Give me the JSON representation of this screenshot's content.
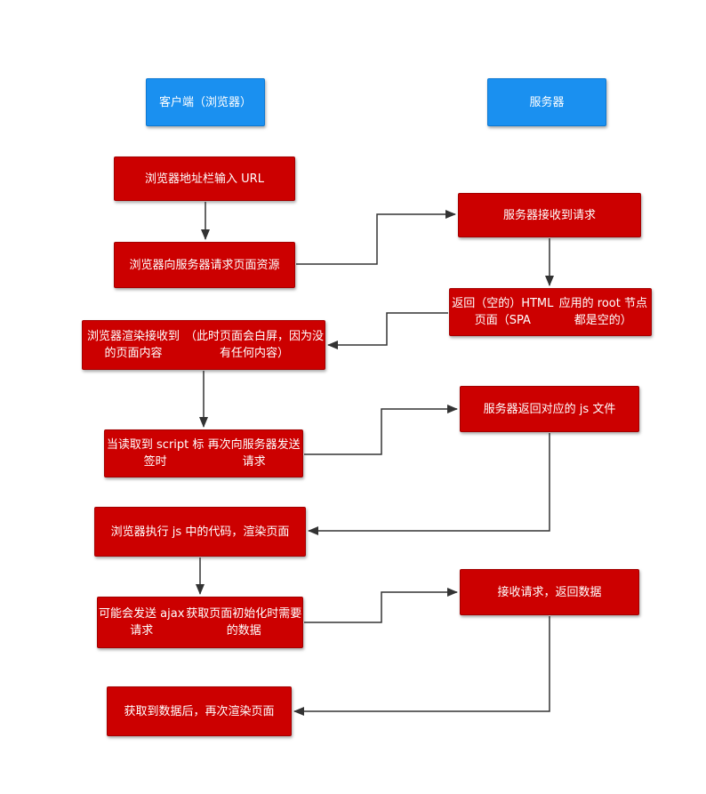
{
  "headers": {
    "client": "客户端（浏览器）",
    "server": "服务器"
  },
  "steps": {
    "c1": "浏览器地址栏输入 URL",
    "c2": "浏览器向服务器请求页面资源",
    "s1": "服务器接收到请求",
    "s2_line1": "返回（空的）HTML 页面（SPA",
    "s2_line2": "应用的 root 节点都是空的）",
    "c3_line1": "浏览器渲染接收到的页面内容",
    "c3_line2": "（此时页面会白屏，因为没有任何内容）",
    "c4_line1": "当读取到 script 标签时",
    "c4_line2": "再次向服务器发送请求",
    "s3": "服务器返回对应的 js 文件",
    "c5": "浏览器执行 js 中的代码，渲染页面",
    "c6_line1": "可能会发送 ajax 请求",
    "c6_line2": "获取页面初始化时需要的数据",
    "s4": "接收请求，返回数据",
    "c7": "获取到数据后，再次渲染页面"
  },
  "colors": {
    "step_box": "#cc0000",
    "header_box": "#1a90f0",
    "arrow": "#333333"
  }
}
